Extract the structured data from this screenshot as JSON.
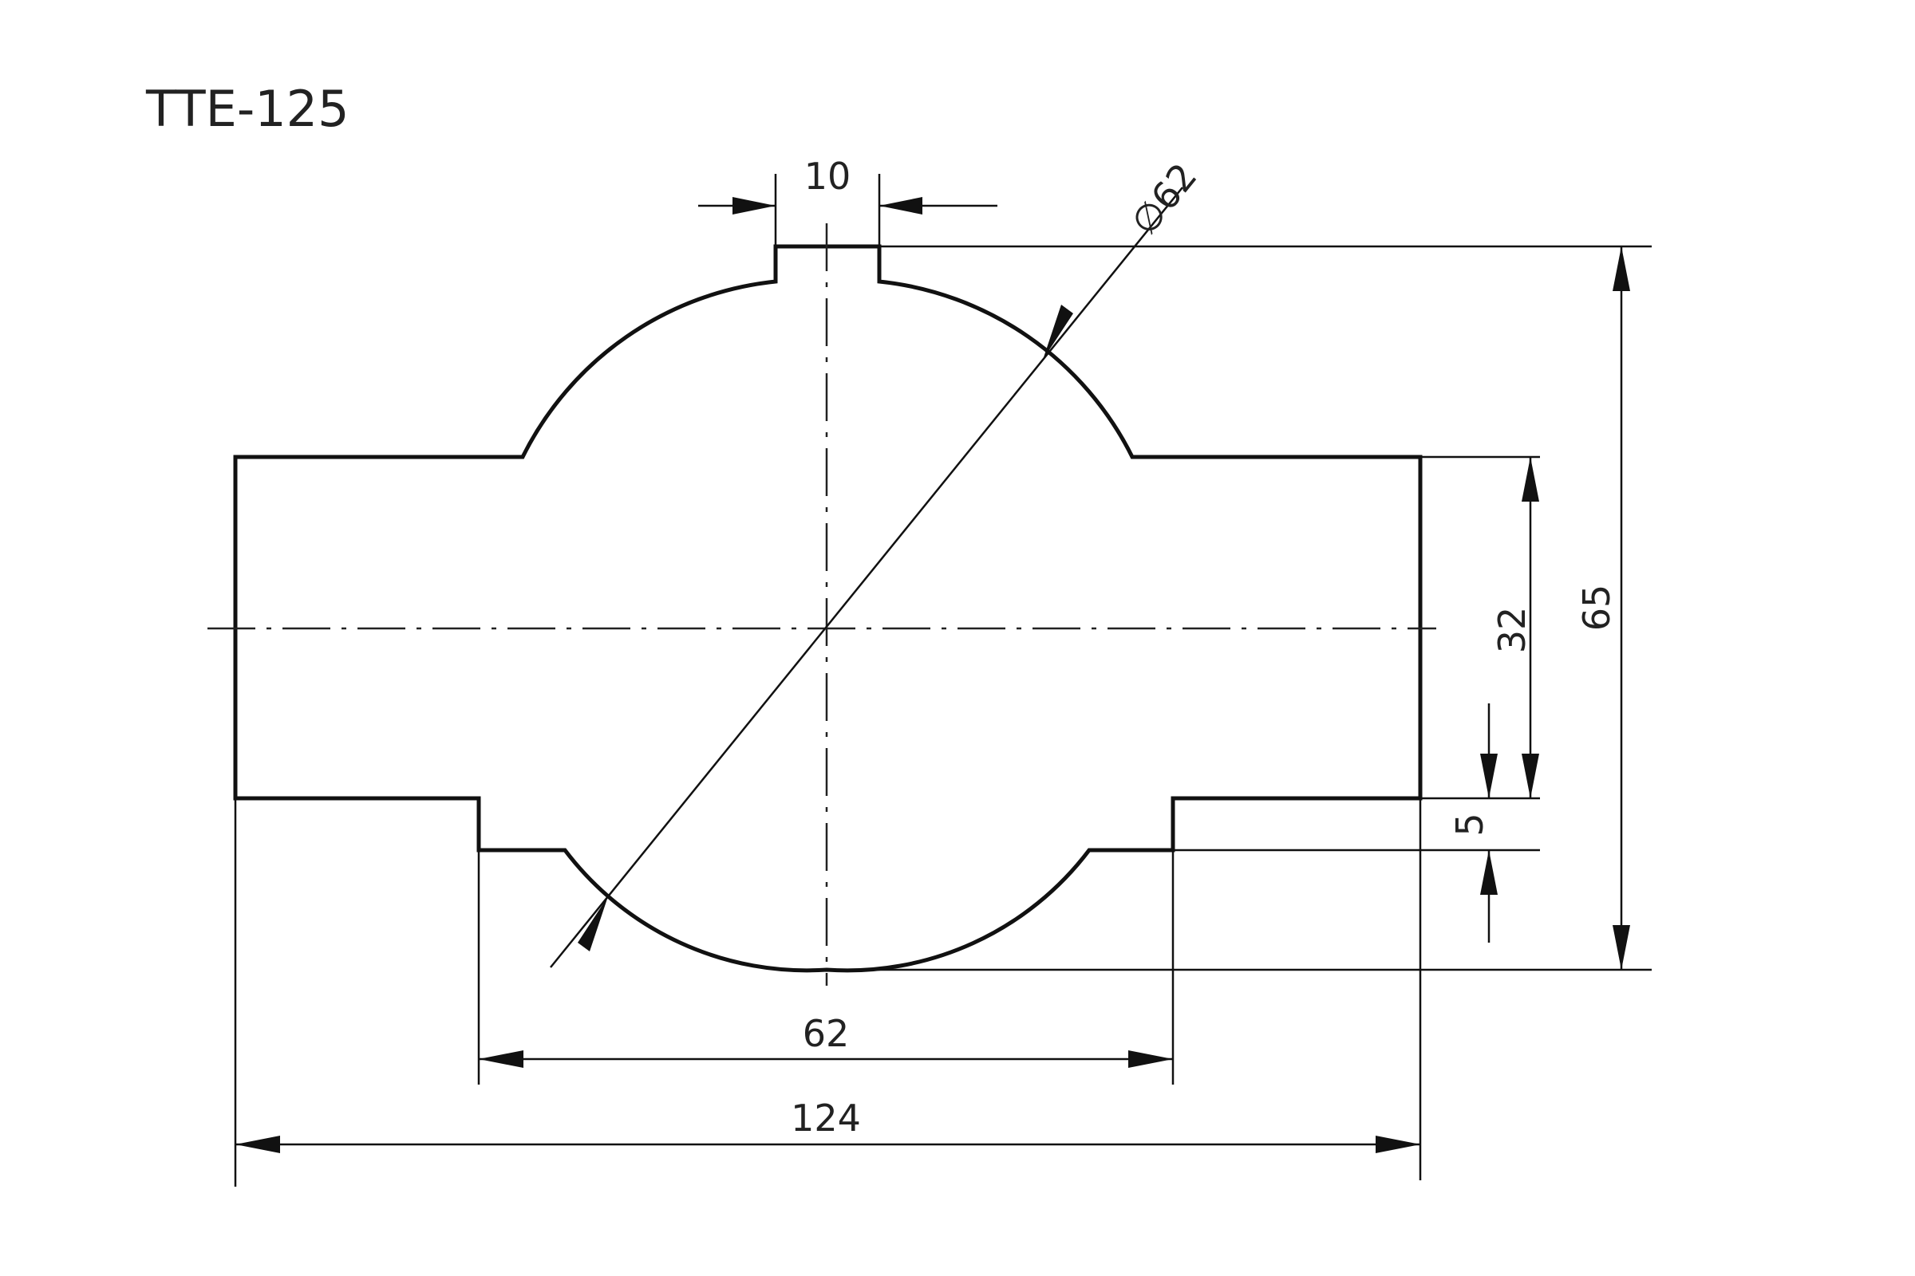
{
  "title": "TTE-125",
  "dimensions": {
    "slot_width": "10",
    "diameter": "∅62",
    "total_height": "65",
    "half_height": "32",
    "step": "5",
    "inner_width": "62",
    "total_width": "124"
  }
}
